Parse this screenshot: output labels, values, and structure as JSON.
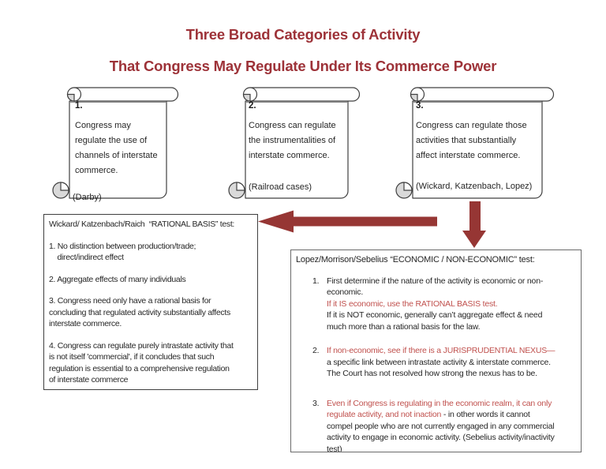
{
  "title": {
    "line1": "Three Broad Categories of Activity",
    "line2": "That Congress May Regulate Under Its Commerce Power"
  },
  "colors": {
    "title_red": "#9d3238",
    "arrow_red": "#963634",
    "emphasis_red": "#c0504d",
    "outline_gray": "#404040",
    "scroll_shade": "#d9d9d9"
  },
  "scrolls": [
    {
      "number": "1.",
      "text": "Congress may\nregulate the use of\nchannels of interstate\ncommerce.",
      "case_label": "(Darby)"
    },
    {
      "number": "2.",
      "text": "Congress can regulate\nthe instrumentalities of\ninterstate commerce.",
      "case_label": "(Railroad cases)"
    },
    {
      "number": "3.",
      "text": "Congress can regulate those\nactivities that substantially\naffect interstate commerce.",
      "case_label": "(Wickard, Katzenbach, Lopez)"
    }
  ],
  "left_box": {
    "header": "Wickard/ Katzenbach/Raich  “RATIONAL BASIS” test:",
    "items": [
      "1. No distinction between production/trade;\n    direct/indirect effect",
      "2. Aggregate effects of many individuals",
      "3. Congress need only have a rational basis for\nconcluding that regulated activity substantially affects\ninterstate commerce.",
      "4. Congress can regulate purely intrastate activity that\nis not itself 'commercial', if it concludes that such\nregulation is essential to a comprehensive regulation\nof interstate commerce"
    ]
  },
  "right_box": {
    "header": "Lopez/Morrison/Sebelius “ECONOMIC / NON-ECONOMIC” test:",
    "items": [
      {
        "number": "1.",
        "runs": [
          {
            "c": "black",
            "t": "First determine if the nature of the activity is economic or non-\neconomic.\n"
          },
          {
            "c": "red",
            "t": "If it IS economic, use the RATIONAL BASIS test."
          },
          {
            "c": "black",
            "t": "\nIf it is NOT economic, generally can’t aggregate effect & need\nmuch more than a rational basis for the law."
          }
        ]
      },
      {
        "number": "2.",
        "runs": [
          {
            "c": "red",
            "t": "If non-economic, see if there is a JURISPRUDENTIAL NEXUS—"
          },
          {
            "c": "black",
            "t": "\na specific link between intrastate activity & interstate commerce.\nThe Court has not resolved how strong the nexus has to be."
          }
        ]
      },
      {
        "number": "3.",
        "runs": [
          {
            "c": "red",
            "t": "Even if Congress is regulating in the economic realm, it can only\nregulate activity, and not inaction"
          },
          {
            "c": "black",
            "t": " - in other words it cannot\ncompel people who are not currently engaged in any commercial\nactivity to engage in economic activity. (Sebelius activity/inactivity\ntest)"
          }
        ]
      }
    ]
  }
}
